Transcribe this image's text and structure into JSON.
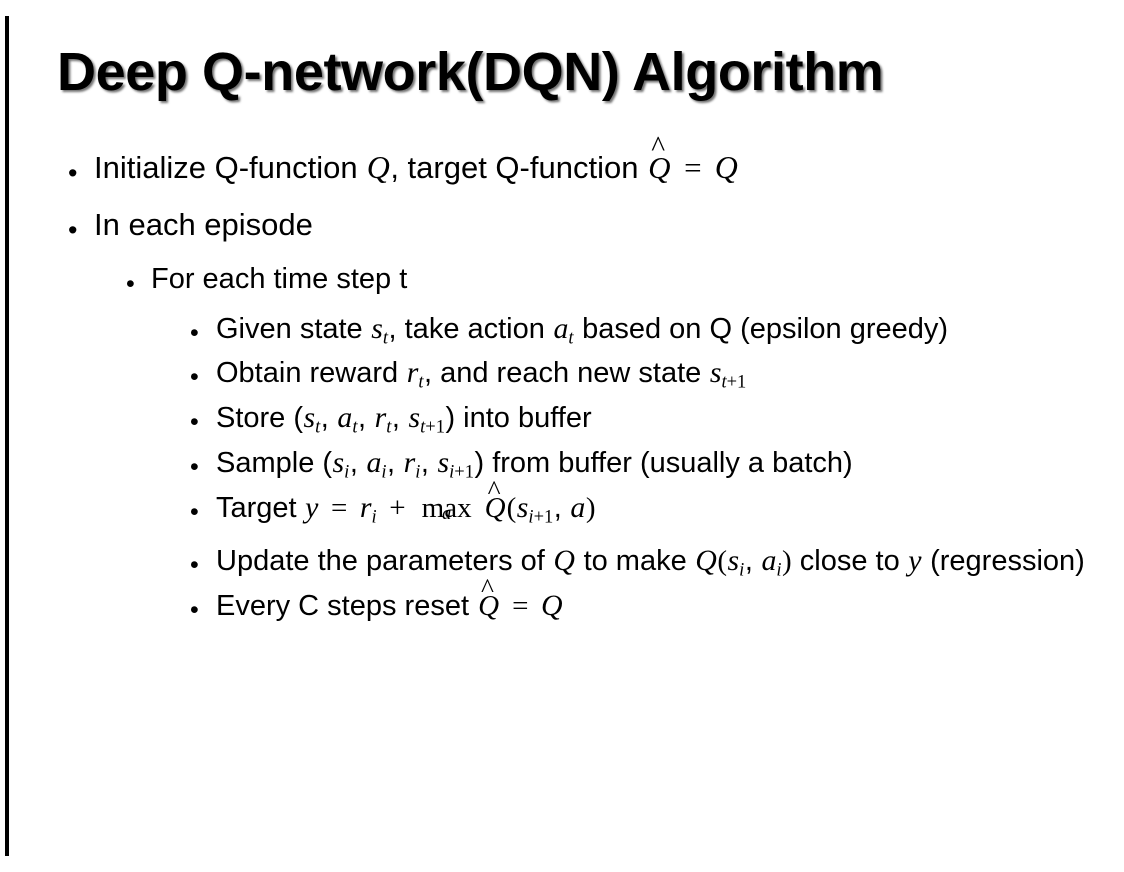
{
  "slide": {
    "title": "Deep Q-network(DQN) Algorithm",
    "background_color": "#ffffff",
    "text_color": "#000000",
    "left_rule_color": "#000000"
  },
  "bullets": {
    "b1": {
      "marker": "•",
      "text": "Initialize Q-function"
    },
    "b1_mid": ", target Q-function",
    "b2": {
      "marker": "•",
      "text": "In each episode"
    },
    "b3": {
      "marker": "•",
      "text": "For each time step t"
    },
    "b4": {
      "marker": "•",
      "pre": "Given state",
      "mid": ", take action",
      "post": "based on Q (epsilon greedy)"
    },
    "b5": {
      "marker": "•",
      "pre": "Obtain reward",
      "mid": ", and reach new state"
    },
    "b6": {
      "marker": "•",
      "pre": "Store (",
      "post": ") into buffer"
    },
    "b7": {
      "marker": "•",
      "pre": "Sample (",
      "post": ") from buffer (usually a batch)"
    },
    "b8": {
      "marker": "•",
      "pre": "Target"
    },
    "b9": {
      "marker": "•",
      "pre": "Update the parameters of",
      "mid": "to make",
      "post": "close to",
      "tail": "(regression)"
    },
    "b10": {
      "marker": "•",
      "pre": "Every C steps reset"
    }
  },
  "symbols": {
    "Q": "Q",
    "Qhat_accent": "^",
    "equals": "=",
    "plus": "+",
    "max": "max",
    "a": "a",
    "s": "s",
    "r": "r",
    "y": "y",
    "t": "t",
    "i": "i",
    "one": "1",
    "comma": ",",
    "lparen": "(",
    "rparen": ")",
    "sub_t": "t",
    "sub_i": "i",
    "sub_t_plus_1_op": "+",
    "sub_t_plus_1_num": "1"
  }
}
